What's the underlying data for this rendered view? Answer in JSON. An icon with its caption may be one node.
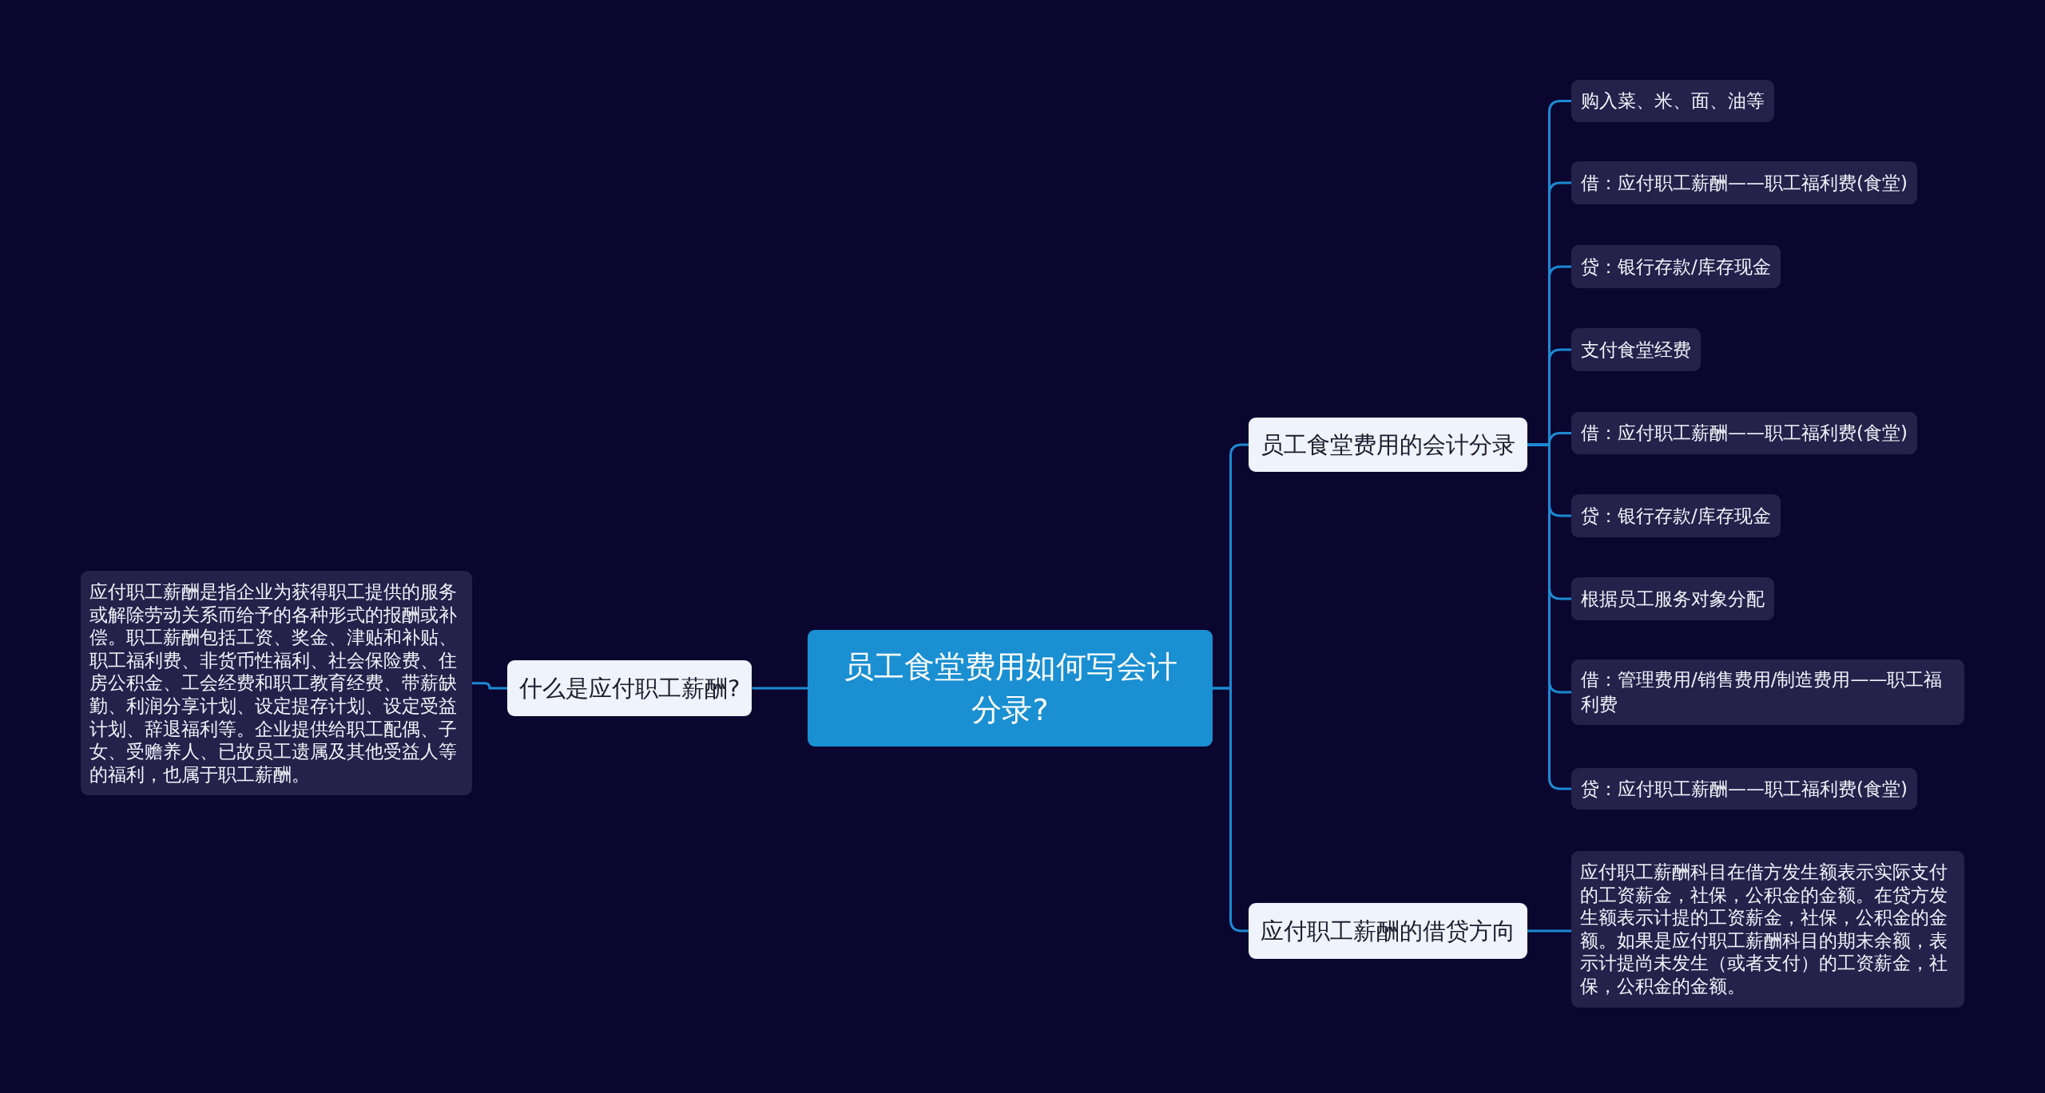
{
  "diagram": {
    "nodes": [
      {
        "text": [
          "员工食堂费用如何写会计分录?"
        ]
      },
      {
        "text": [
          "什么是应付职工薪酬?"
        ]
      },
      {
        "text": [
          "应付职工薪酬是指企业为获得职工提供的服务或解除劳动关系而给予的各种形式的报酬或补偿。职工薪酬包括工资、奖金、津贴和补贴、职工福利费、非货币性福利、社会保险费、住房公积金、工会经费和职工教育经费、带薪缺勤、利润分享计划、设定提存计划、设定受益计划、辞退福利等。企业提供给职工配偶、子女、受赡养人、已故员工遗属及其他受益人等的福利，也属于职工薪酬。"
        ]
      },
      {
        "text": [
          "员工食堂费用的会计分录"
        ]
      },
      {
        "text": [
          "应付职工薪酬的借贷方向"
        ]
      },
      {
        "text": [
          "购入菜、米、面、油等"
        ]
      },
      {
        "text": [
          "借：应付职工薪酬——职工福利费(食堂)"
        ]
      },
      {
        "text": [
          "贷：银行存款/库存现金"
        ]
      },
      {
        "text": [
          "支付食堂经费"
        ]
      },
      {
        "text": [
          "借：应付职工薪酬——职工福利费(食堂)"
        ]
      },
      {
        "text": [
          "贷：银行存款/库存现金"
        ]
      },
      {
        "text": [
          "根据员工服务对象分配"
        ]
      },
      {
        "text": [
          "借：管理费用/销售费用/制造费用——职工福利费"
        ]
      },
      {
        "text": [
          "贷：应付职工薪酬——职工福利费(食堂)"
        ]
      },
      {
        "text": [
          "应付职工薪酬科目在借方发生额表示实际支付的工资薪金，社保，公积金的金额。在贷方发生额表示计提的工资薪金，社保，公积金的金额。如果是应付职工薪酬科目的期末余额，表示计提尚未发生（或者支付）的工资薪金，社保，公积金的金额。"
        ]
      }
    ],
    "edges": [
      {
        "from": 0,
        "to": 1,
        "arrow": "none"
      },
      {
        "from": 1,
        "to": 2,
        "arrow": "none"
      },
      {
        "from": 0,
        "to": 3,
        "arrow": "none"
      },
      {
        "from": 0,
        "to": 4,
        "arrow": "none"
      },
      {
        "from": 3,
        "to": 5,
        "arrow": "none"
      },
      {
        "from": 3,
        "to": 6,
        "arrow": "none"
      },
      {
        "from": 3,
        "to": 7,
        "arrow": "none"
      },
      {
        "from": 3,
        "to": 8,
        "arrow": "none"
      },
      {
        "from": 3,
        "to": 9,
        "arrow": "none"
      },
      {
        "from": 3,
        "to": 10,
        "arrow": "none"
      },
      {
        "from": 3,
        "to": 11,
        "arrow": "none"
      },
      {
        "from": 3,
        "to": 12,
        "arrow": "none"
      },
      {
        "from": 3,
        "to": 13,
        "arrow": "none"
      },
      {
        "from": 4,
        "to": 14,
        "arrow": "none"
      }
    ]
  }
}
